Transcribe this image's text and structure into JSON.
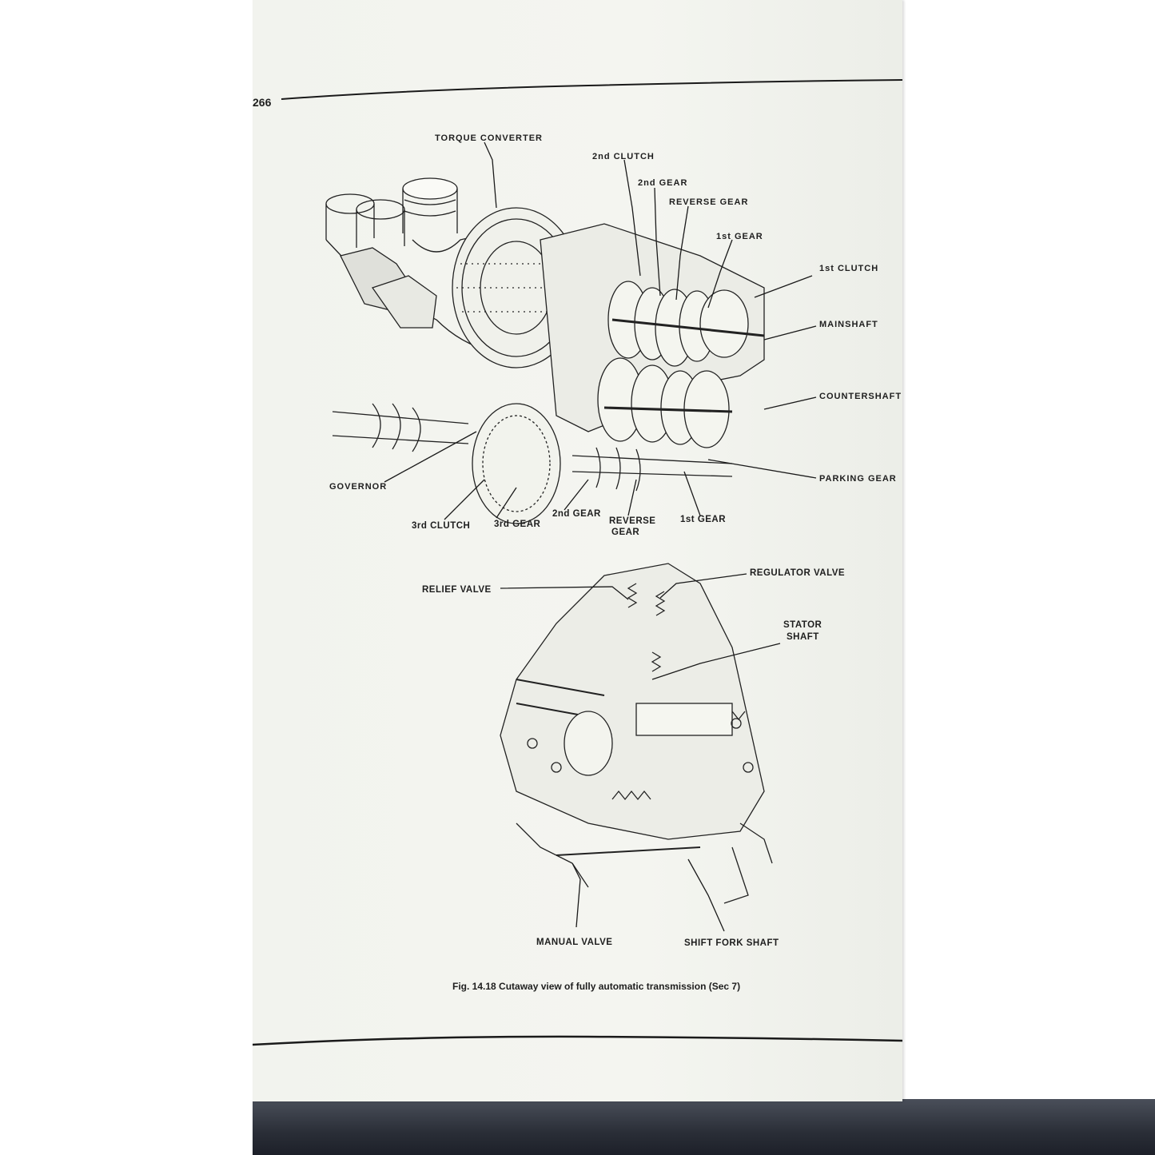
{
  "page": {
    "number": "266"
  },
  "figure_top": {
    "labels": {
      "torque_converter": "TORQUE CONVERTER",
      "clutch_2nd": "2nd CLUTCH",
      "gear_2nd_top": "2nd GEAR",
      "reverse_gear_top": "REVERSE GEAR",
      "gear_1st_top": "1st GEAR",
      "clutch_1st": "1st CLUTCH",
      "mainshaft": "MAINSHAFT",
      "countershaft": "COUNTERSHAFT",
      "parking_gear": "PARKING GEAR",
      "governor": "GOVERNOR",
      "clutch_3rd": "3rd CLUTCH",
      "gear_3rd": "3rd GEAR",
      "gear_2nd_bottom": "2nd GEAR",
      "reverse_bottom_line1": "REVERSE",
      "reverse_bottom_line2": "GEAR",
      "gear_1st_bottom": "1st GEAR"
    }
  },
  "figure_bottom": {
    "labels": {
      "relief_valve": "RELIEF VALVE",
      "regulator_valve": "REGULATOR VALVE",
      "stator_line1": "STATOR",
      "stator_line2": "SHAFT",
      "manual_valve": "MANUAL VALVE",
      "shift_fork_shaft": "SHIFT FORK SHAFT"
    }
  },
  "caption": "Fig. 14.18 Cutaway view of fully automatic transmission  (Sec 7)"
}
